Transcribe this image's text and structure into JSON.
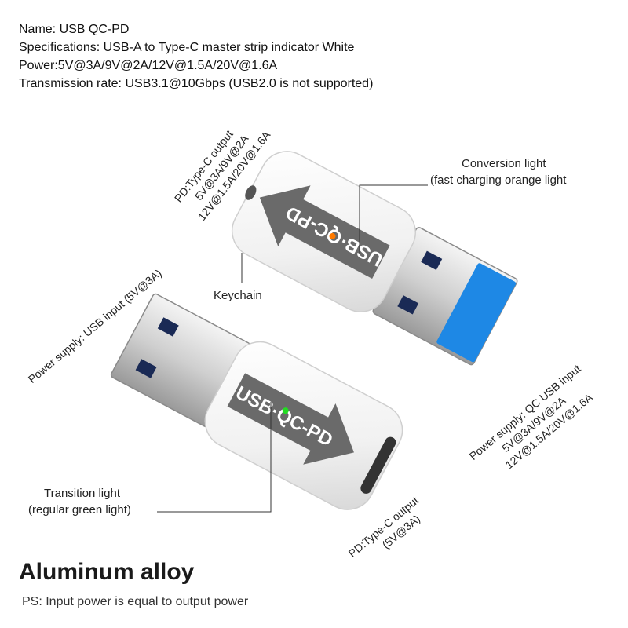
{
  "specs": {
    "name": "Name: USB QC-PD",
    "specifications": "Specifications: USB-A to Type-C master strip indicator White",
    "power": "Power:5V@3A/9V@2A/12V@1.5A/20V@1.6A",
    "transmission": "Transmission rate: USB3.1@10Gbps (USB2.0 is not supported)"
  },
  "adapter_top": {
    "output_label": [
      "PD:Type-C output",
      "5V@3A/9V@2A",
      "12V@1.5A/20V@1.6A"
    ],
    "light_label": [
      "Conversion light",
      "(fast charging orange light"
    ],
    "keychain_label": "Keychain",
    "input_label": [
      "Power supply: QC USB input",
      "5V@3A/9V@2A",
      "12V@1.5A/20V@1.6A"
    ],
    "brand_text": "USB·QC-PD",
    "led_color": "#ff7a00",
    "port_color": "#1e88e5"
  },
  "adapter_bottom": {
    "input_label": "Power supply: USB input (5V@3A)",
    "brand_text": "USB·QC-PD",
    "light_label": [
      "Transition light",
      "(regular green light)"
    ],
    "output_label": [
      "PD:Type-C output",
      "(5V@3A)"
    ],
    "led_color": "#22dd22"
  },
  "material": "Aluminum alloy",
  "note": "PS: Input power is equal to output power"
}
